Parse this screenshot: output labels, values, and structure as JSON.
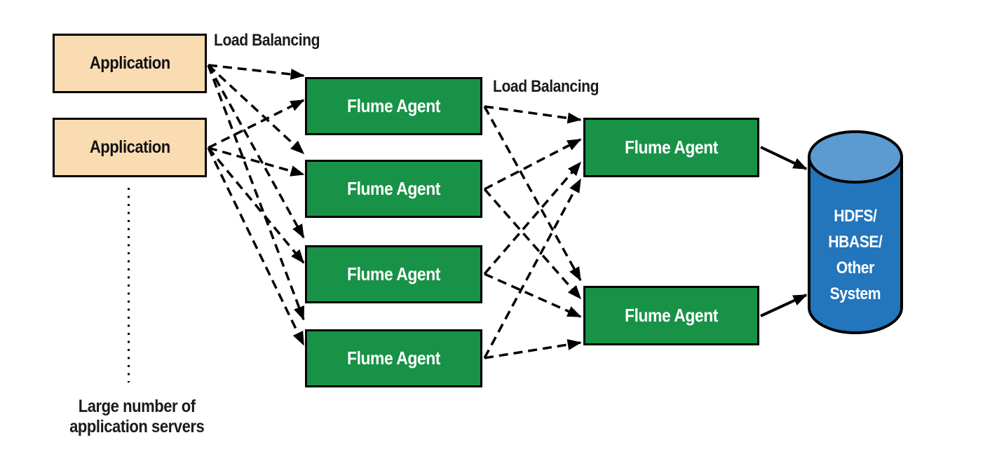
{
  "colors": {
    "app-fill": "#FADCB3",
    "agent-fill": "#189247",
    "agent-text": "#FFFFFF",
    "cylinder-body": "#2375BC",
    "cylinder-top": "#5C9BD1",
    "line-color": "#000000"
  },
  "labels": {
    "load_balancing_1": "Load Balancing",
    "load_balancing_2": "Load Balancing",
    "servers_caption": "Large number of\napplication servers"
  },
  "nodes": {
    "applications": [
      {
        "id": "application-1",
        "label": "Application"
      },
      {
        "id": "application-2",
        "label": "Application"
      }
    ],
    "tier1_agents": [
      {
        "id": "tier1-agent-1",
        "label": "Flume Agent"
      },
      {
        "id": "tier1-agent-2",
        "label": "Flume Agent"
      },
      {
        "id": "tier1-agent-3",
        "label": "Flume Agent"
      },
      {
        "id": "tier1-agent-4",
        "label": "Flume Agent"
      }
    ],
    "tier2_agents": [
      {
        "id": "tier2-agent-1",
        "label": "Flume Agent"
      },
      {
        "id": "tier2-agent-2",
        "label": "Flume Agent"
      }
    ],
    "datastore": {
      "id": "datastore",
      "label": "HDFS/\nHBASE/\nOther\nSystem",
      "shape": "cylinder"
    }
  },
  "edges": {
    "applications_to_tier1": {
      "style": "dashed-arrow",
      "topology": "full-mesh",
      "from": [
        "application-1",
        "application-2"
      ],
      "to": [
        "tier1-agent-1",
        "tier1-agent-2",
        "tier1-agent-3",
        "tier1-agent-4"
      ]
    },
    "tier1_to_tier2": {
      "style": "dashed-arrow",
      "topology": "full-mesh",
      "from": [
        "tier1-agent-1",
        "tier1-agent-2",
        "tier1-agent-3",
        "tier1-agent-4"
      ],
      "to": [
        "tier2-agent-1",
        "tier2-agent-2"
      ]
    },
    "tier2_to_datastore": {
      "style": "solid-arrow",
      "topology": "each-to-one",
      "from": [
        "tier2-agent-1",
        "tier2-agent-2"
      ],
      "to": [
        "datastore"
      ]
    },
    "more_servers_indicator": {
      "style": "dotted-line",
      "below": "application-2"
    }
  }
}
